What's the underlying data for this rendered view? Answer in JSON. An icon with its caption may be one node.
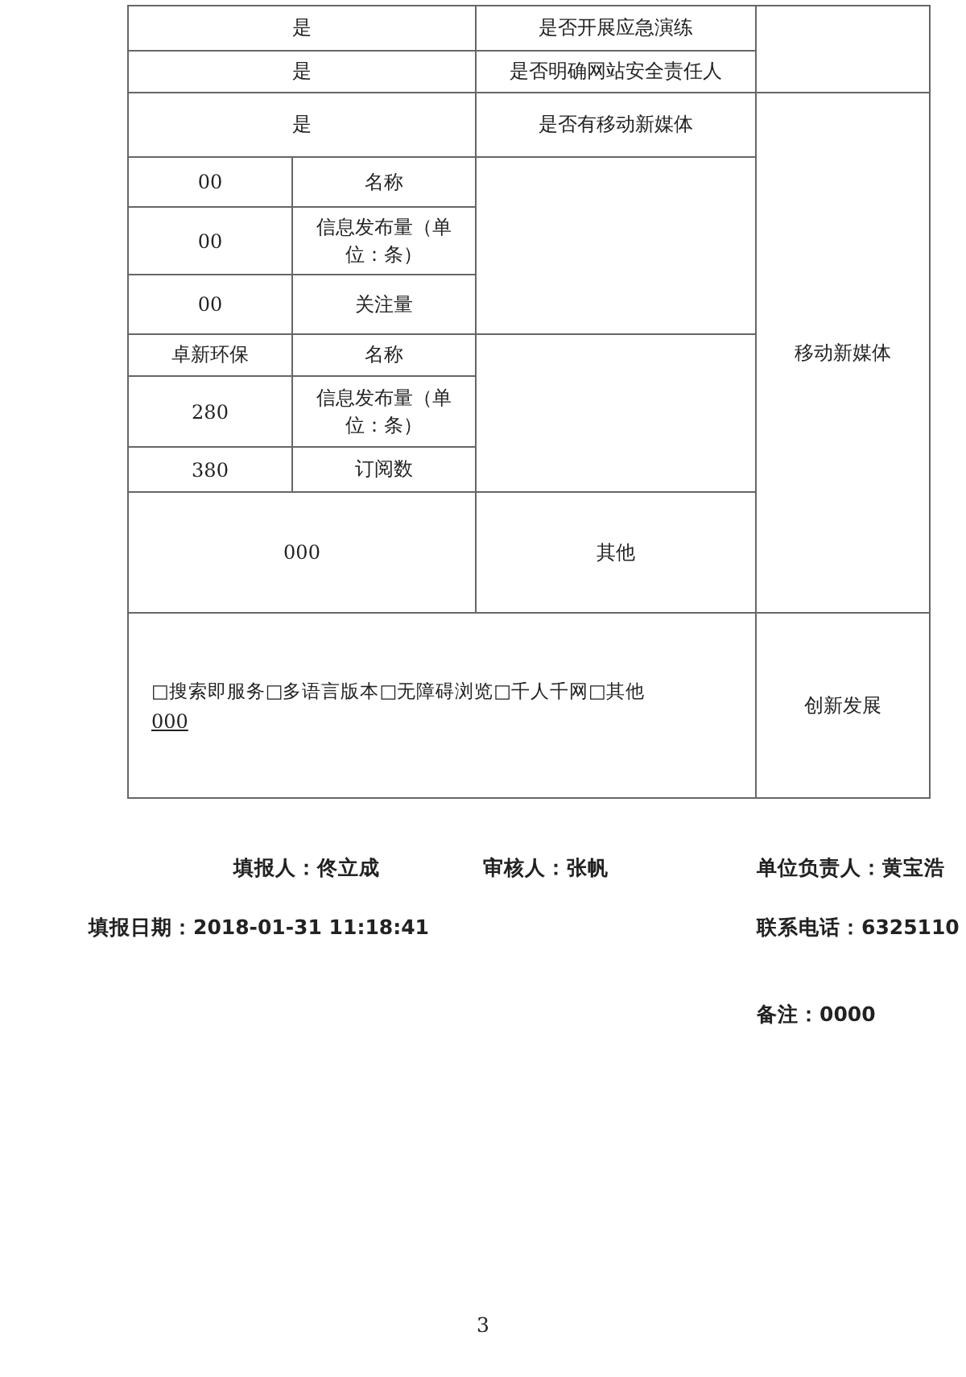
{
  "diagram": {
    "labels": [
      "是否开展应急演练",
      "是",
      "是否明确网站安全责任人",
      "是",
      "移动新媒体",
      "是否有移动新媒体",
      "是",
      "名称",
      "00",
      "信息发布量（单位：条）",
      "00",
      "关注量",
      "00",
      "名称",
      "卓新环保",
      "信息发布量（单位：条）",
      "280",
      "订阅数",
      "380",
      "其他",
      "000",
      "创新发展",
      "□搜索即服务□多语言版本□无障碍浏览□千人千网□其他",
      "000",
      "单位负责人：黄宝浩",
      "审核人：张帆",
      "填报人：佟立成",
      "联系电话：6325110",
      "填报日期：2018-01-31 11:18:41",
      "备注：0000",
      "3"
    ]
  }
}
